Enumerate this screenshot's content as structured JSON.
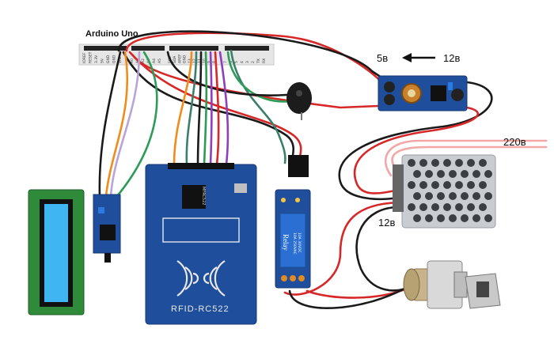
{
  "labels": {
    "arduino_title": "Arduino Uno",
    "out_voltage": "5в",
    "in_voltage": "12в",
    "mains_voltage": "220в",
    "psu_out_voltage": "12в",
    "rfid_label": "RFID-RC522",
    "relay_label": "Relay",
    "relay_rating_1": "10A 250VAC",
    "relay_rating_2": "10A 30VDC",
    "rfid_chip_label": "MFRC522"
  },
  "arduino_pins": {
    "power_left": [
      "IOREF",
      "RESET",
      "3.3V",
      "5V",
      "GND",
      "GND",
      "VIN"
    ],
    "analog": [
      "A0",
      "A1",
      "A2",
      "A3",
      "A4",
      "A5"
    ],
    "digital_left": [
      "SCL",
      "SDA",
      "AREF",
      "GND",
      "13",
      "12",
      "11",
      "10",
      "9",
      "8"
    ],
    "digital_right": [
      "7",
      "6",
      "5",
      "4",
      "3",
      "2",
      "TX",
      "RX"
    ]
  },
  "colors": {
    "wire_red": "#d62828",
    "wire_black": "#1a1a1a",
    "wire_orange": "#f08c1c",
    "wire_purple": "#8e3fbf",
    "wire_lavender": "#b9a4d8",
    "wire_green": "#2e9b57",
    "wire_teal": "#3a7f6b",
    "wire_pink": "#f2a6a6",
    "board_blue": "#1f4f9c",
    "lcd_green": "#2f8a3a",
    "lcd_screen": "#3fb6f2"
  }
}
